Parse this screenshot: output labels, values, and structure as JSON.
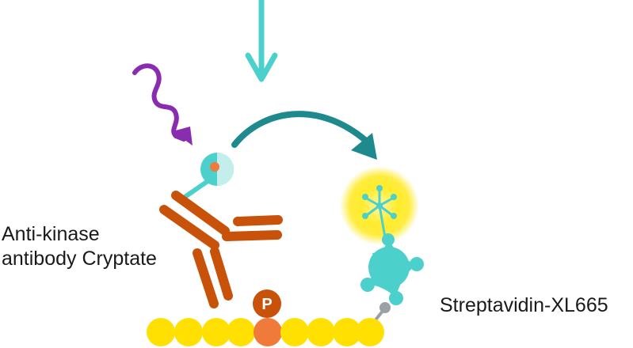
{
  "labels": {
    "antibody_line1": "Anti-kinase",
    "antibody_line2": "antibody Cryptate",
    "streptavidin": "Streptavidin-XL665",
    "phospho": "P"
  },
  "colors": {
    "excitation_arrow": "#4cd0cc",
    "excitation_wave": "#8a2cb0",
    "fret_arrow": "#1e8a8e",
    "antibody": "#c9520a",
    "cryptate": "#4cd0cc",
    "cryptate_core": "#f07a3a",
    "acceptor_glow": "#ffe600",
    "streptavidin": "#4cd0cc",
    "substrate_beads": "#ffe000",
    "phospho_bead": "#f07a3a",
    "phospho_badge": "#c9520a",
    "biotin_linker": "#9aa0a6"
  },
  "icons": {
    "excitation_arrow": "down-arrow-icon",
    "excitation_wave": "wavy-arrow-icon",
    "fret_arrow": "curved-arrow-icon"
  }
}
